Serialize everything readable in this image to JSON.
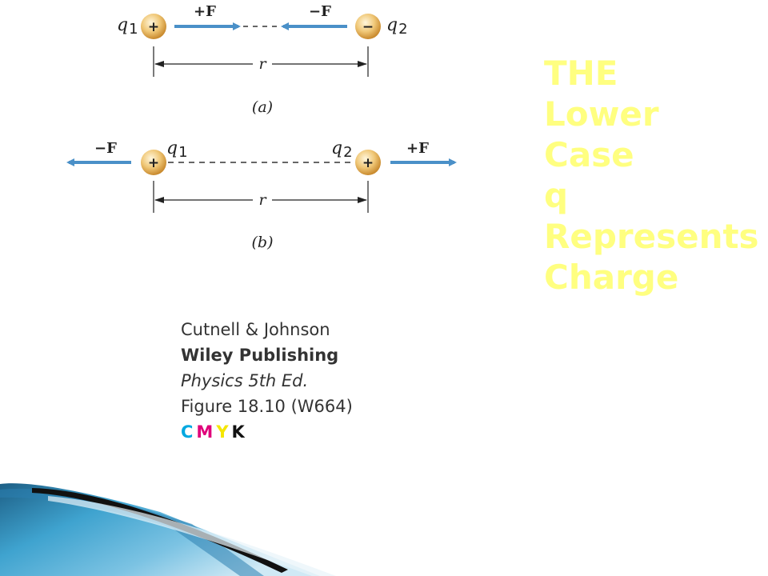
{
  "diagram_a": {
    "q1": "q",
    "q1_sub": "1",
    "q2": "q",
    "q2_sub": "2",
    "force_plus": "+F",
    "force_minus": "−F",
    "charge1_sign": "+",
    "charge2_sign": "−",
    "distance": "r",
    "caption": "(a)"
  },
  "diagram_b": {
    "q1": "q",
    "q1_sub": "1",
    "q2": "q",
    "q2_sub": "2",
    "force_plus": "+F",
    "force_minus": "−F",
    "charge1_sign": "+",
    "charge2_sign": "+",
    "distance": "r",
    "caption": "(b)"
  },
  "credits": {
    "authors": "Cutnell & Johnson",
    "publisher": "Wiley Publishing",
    "book": "Physics 5th Ed.",
    "figure": "Figure 18.10 (W664)",
    "cmyk": [
      "C",
      "M",
      "Y",
      "K"
    ]
  },
  "side_text": [
    "THE",
    "Lower",
    "Case",
    "q",
    "Represents",
    "Charge"
  ],
  "colors": {
    "arrow": "#4a90c8",
    "charge_fill": "#e8b25a",
    "side_text": "#ffff80",
    "cmyk": [
      "#00a8e0",
      "#e0007a",
      "#f5e600",
      "#111111"
    ]
  },
  "icons": {
    "corner_decoration": "blue-swoosh-corner"
  }
}
